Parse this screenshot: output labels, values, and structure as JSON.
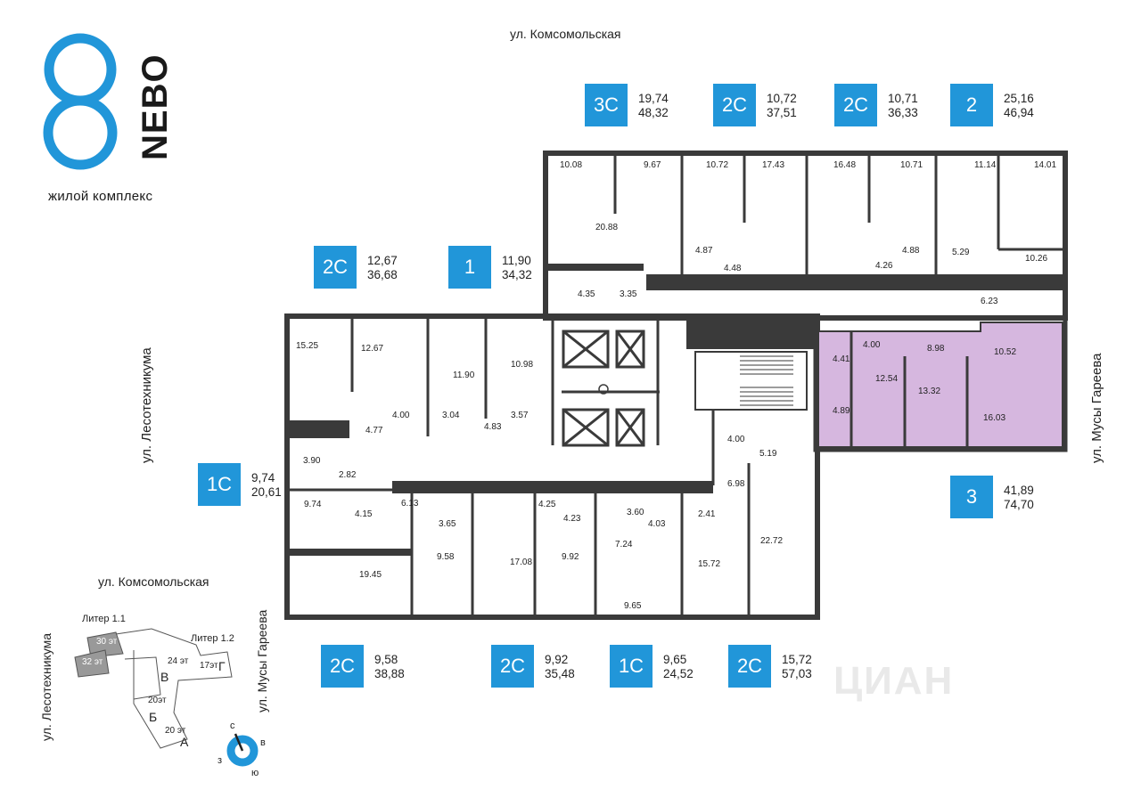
{
  "logo": {
    "brand": "NEBO",
    "subtitle": "жилой комплекс",
    "color": "#2196d9"
  },
  "streets": {
    "top": "ул. Комсомольская",
    "left": "ул. Лесотехникума",
    "right": "ул. Мусы Гареева"
  },
  "apartments": [
    {
      "type": "3С",
      "living": "19,74",
      "total": "48,32"
    },
    {
      "type": "2С",
      "living": "10,72",
      "total": "37,51"
    },
    {
      "type": "2С",
      "living": "10,71",
      "total": "36,33"
    },
    {
      "type": "2",
      "living": "25,16",
      "total": "46,94"
    },
    {
      "type": "2С",
      "living": "12,67",
      "total": "36,68"
    },
    {
      "type": "1",
      "living": "11,90",
      "total": "34,32"
    },
    {
      "type": "1С",
      "living": "9,74",
      "total": "20,61"
    },
    {
      "type": "3",
      "living": "41,89",
      "total": "74,70"
    },
    {
      "type": "2С",
      "living": "9,58",
      "total": "38,88"
    },
    {
      "type": "2С",
      "living": "9,92",
      "total": "35,48"
    },
    {
      "type": "1С",
      "living": "9,65",
      "total": "24,52"
    },
    {
      "type": "2С",
      "living": "15,72",
      "total": "57,03"
    }
  ],
  "rooms": [
    "10.08",
    "9.67",
    "10.72",
    "17.43",
    "16.48",
    "10.71",
    "11.14",
    "14.01",
    "20.88",
    "4.87",
    "4.48",
    "4.26",
    "4.88",
    "5.29",
    "10.26",
    "4.35",
    "3.35",
    "6.23",
    "15.25",
    "12.67",
    "11.90",
    "10.98",
    "4.00",
    "3.04",
    "4.83",
    "3.57",
    "4.77",
    "4.41",
    "4.00",
    "8.98",
    "10.52",
    "12.54",
    "13.32",
    "16.03",
    "4.89",
    "3.90",
    "2.82",
    "9.74",
    "4.15",
    "6.13",
    "3.65",
    "4.25",
    "4.23",
    "3.60",
    "4.03",
    "2.41",
    "6.98",
    "4.00",
    "5.19",
    "19.45",
    "9.58",
    "17.08",
    "9.92",
    "7.24",
    "9.65",
    "15.72",
    "22.72"
  ],
  "minimap": {
    "street_top": "ул. Комсомольская",
    "street_left": "ул. Лесотехникума",
    "street_right": "ул. Мусы Гареева",
    "litera_1_1": "Литер 1.1",
    "litera_1_2": "Литер 1.2",
    "floors_30": "30 эт",
    "floors_32": "32 эт",
    "floors_24": "24 эт",
    "floors_17": "17эт",
    "floors_20": "20эт",
    "floors_20a": "20 эт",
    "section_v": "В",
    "section_g": "Г",
    "section_b": "Б",
    "section_a": "А"
  },
  "compass": {
    "n": "с",
    "e": "в",
    "s": "ю",
    "w": "з"
  },
  "watermark": "ЦИАН",
  "colors": {
    "badge": "#2196d9",
    "highlight": "#d6b7df",
    "wall": "#3a3a3a"
  }
}
